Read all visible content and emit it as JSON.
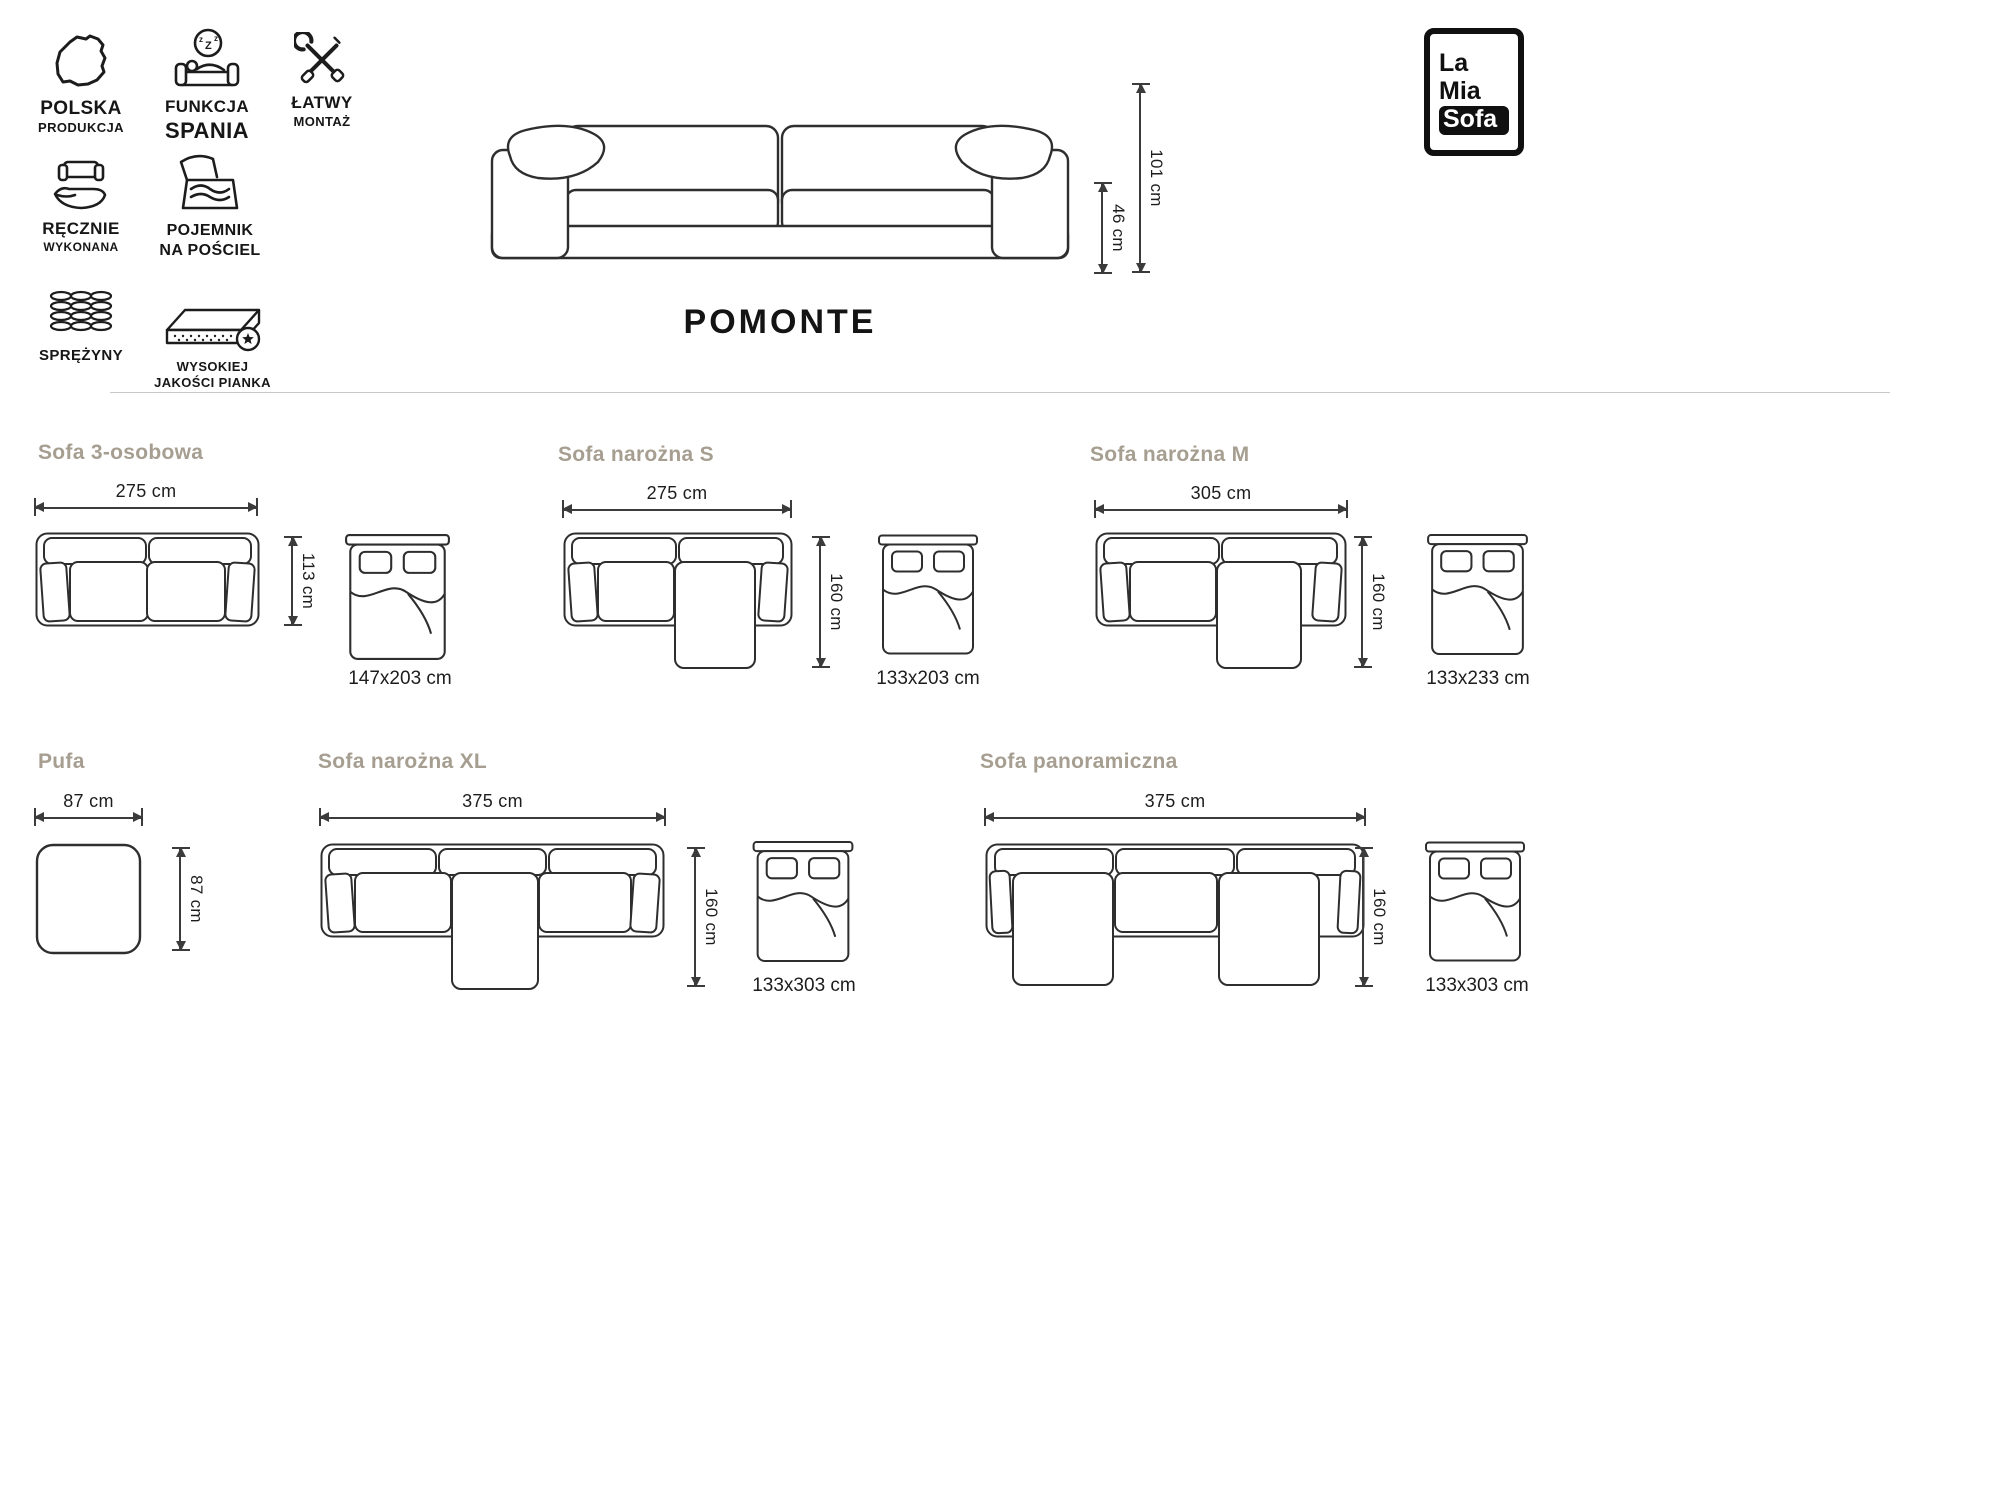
{
  "brand": {
    "logo_lines": [
      "La",
      "Mia",
      "Sofa"
    ]
  },
  "product": {
    "title": "POMONTE"
  },
  "features": [
    {
      "icon": "poland-map-icon",
      "line1": "POLSKA",
      "line2": "PRODUKCJA"
    },
    {
      "icon": "sleep-function-icon",
      "line1": "FUNKCJA",
      "line2": "SPANIA"
    },
    {
      "icon": "assembly-tools-icon",
      "line1": "ŁATWY",
      "line2": "MONTAŻ"
    },
    {
      "icon": "handmade-icon",
      "line1": "RĘCZNIE",
      "line2": "WYKONANA"
    },
    {
      "icon": "bedding-storage-icon",
      "line1": "POJEMNIK",
      "line2": "NA POŚCIEL"
    },
    {
      "icon": "springs-icon",
      "line1": "SPRĘŻYNY",
      "line2": ""
    },
    {
      "icon": "foam-quality-icon",
      "line1": "WYSOKIEJ",
      "line2": "JAKOŚCI PIANKA"
    }
  ],
  "hero": {
    "height": "101 cm",
    "seat_height": "46 cm"
  },
  "variants": [
    {
      "name": "Sofa 3-osobowa",
      "width": "275 cm",
      "depth": "113 cm",
      "bed_size": "147x203 cm"
    },
    {
      "name": "Sofa narożna S",
      "width": "275 cm",
      "depth": "160 cm",
      "bed_size": "133x203 cm"
    },
    {
      "name": "Sofa narożna M",
      "width": "305 cm",
      "depth": "160 cm",
      "bed_size": "133x233 cm"
    },
    {
      "name": "Pufa",
      "width": "87 cm",
      "depth": "87 cm"
    },
    {
      "name": "Sofa narożna XL",
      "width": "375 cm",
      "depth": "160 cm",
      "bed_size": "133x303 cm"
    },
    {
      "name": "Sofa panoramiczna",
      "width": "375 cm",
      "depth": "160 cm",
      "bed_size": "133x303 cm"
    }
  ]
}
